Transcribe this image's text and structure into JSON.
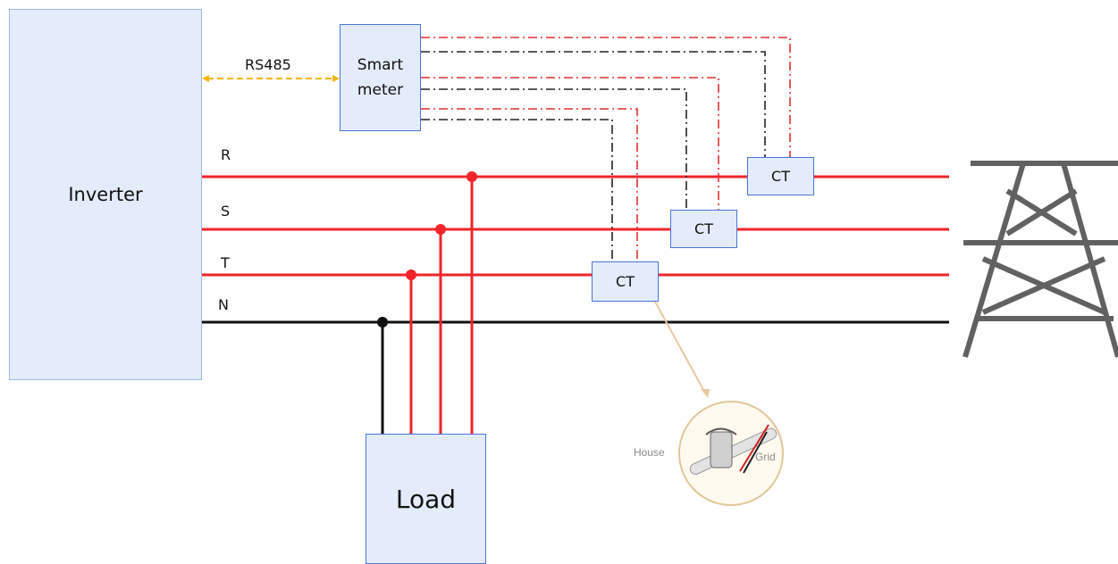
{
  "diagram": {
    "inverter_label": "Inverter",
    "smart_meter_label": "Smart\nmeter",
    "load_label": "Load",
    "rs485_label": "RS485",
    "phases": {
      "r": "R",
      "s": "S",
      "t": "T",
      "n": "N"
    },
    "ct_labels": [
      "CT",
      "CT",
      "CT"
    ],
    "inset": {
      "house_label": "House",
      "grid_label": "Grid"
    },
    "colors": {
      "phase_line": "#f0242a",
      "neutral_line": "#111111",
      "rs485_link": "#f5b400",
      "box_fill": "#e4ecfb",
      "box_border": "#4a74d6"
    }
  }
}
